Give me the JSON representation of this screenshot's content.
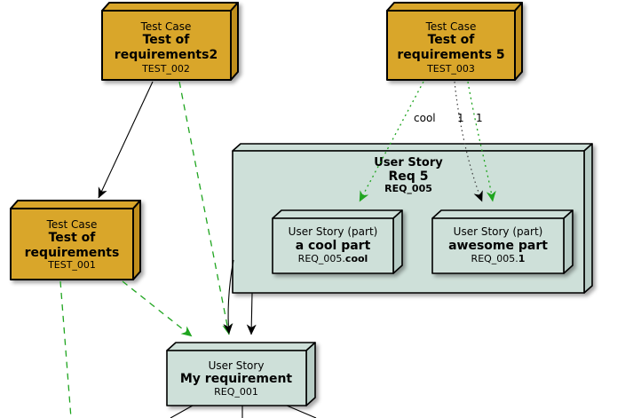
{
  "diagram": {
    "colors": {
      "background": "#FFFFFF",
      "test_case_fill": "#D9A62B",
      "test_case_side": "#C08E1E",
      "story_fill": "#CEE0D9",
      "story_side": "#B7CCC5",
      "edge_green": "#1FA51F",
      "edge_dotted": "#3A3A3A",
      "edge_black": "#000000"
    },
    "nodes": {
      "test_002": {
        "stereotype": "Test Case",
        "name_line1": "Test of",
        "name_line2": "requirements2",
        "id": "TEST_002"
      },
      "test_003": {
        "stereotype": "Test Case",
        "name_line1": "Test of",
        "name_line2": "requirements 5",
        "id": "TEST_003"
      },
      "test_001": {
        "stereotype": "Test Case",
        "name_line1": "Test of",
        "name_line2": "requirements",
        "id": "TEST_001"
      },
      "req_005": {
        "stereotype": "User Story",
        "name": "Req 5",
        "id": "REQ_005"
      },
      "req_005_cool": {
        "stereotype": "User Story (part)",
        "name": "a cool part",
        "id_prefix": "REQ_005.",
        "id_suffix": "cool"
      },
      "req_005_1": {
        "stereotype": "User Story (part)",
        "name": "awesome part",
        "id_prefix": "REQ_005.",
        "id_suffix": "1"
      },
      "req_001": {
        "stereotype": "User Story",
        "name": "My requirement",
        "id": "REQ_001"
      }
    },
    "edge_labels": {
      "cool": "cool",
      "one_a": "1",
      "one_b": "1"
    },
    "edges": [
      {
        "from": "TEST_002",
        "to": "TEST_001",
        "style": "solid-black-arrow"
      },
      {
        "from": "TEST_002",
        "to": "REQ_001",
        "style": "dashed-green-arrow"
      },
      {
        "from": "TEST_001",
        "to": "REQ_001",
        "style": "dashed-green-arrow"
      },
      {
        "from": "TEST_001",
        "to": "offscreen-bottom",
        "style": "dashed-green"
      },
      {
        "from": "TEST_003",
        "to": "REQ_005.cool",
        "style": "dotted-green-arrow",
        "label": "cool"
      },
      {
        "from": "TEST_003",
        "to": "REQ_005.1",
        "style": "dotted-black-arrow",
        "label": "1"
      },
      {
        "from": "TEST_003",
        "to": "REQ_005.1",
        "style": "dotted-green-arrow",
        "label": "1"
      },
      {
        "from": "REQ_005",
        "to": "REQ_001",
        "style": "solid-black-arrow"
      },
      {
        "from": "REQ_005",
        "to": "REQ_001",
        "style": "solid-black-arrow"
      },
      {
        "from": "REQ_001",
        "to": "offscreen-bottom",
        "style": "solid-black",
        "count": 3
      }
    ]
  }
}
